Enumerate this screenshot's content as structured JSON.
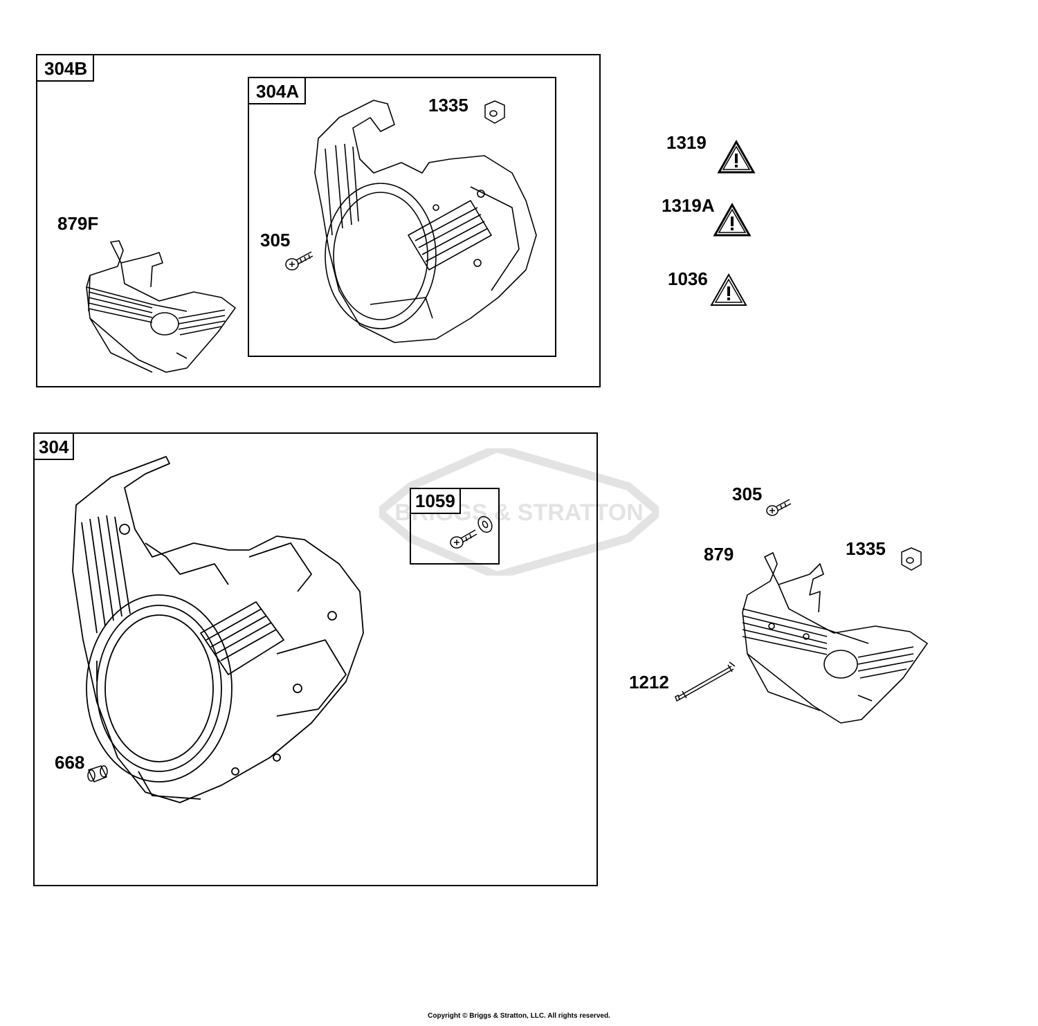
{
  "diagram": {
    "groups": {
      "g304b": "304B",
      "g304a": "304A",
      "g304": "304",
      "g1059": "1059"
    },
    "labels": {
      "p1335_top": "1335",
      "p879f": "879F",
      "p305_top": "305",
      "p1319": "1319",
      "p1319a": "1319A",
      "p1036": "1036",
      "p668": "668",
      "p305_right": "305",
      "p879": "879",
      "p1335_right": "1335",
      "p1212": "1212"
    },
    "watermark_text": "BRIGGS & STRATTON",
    "copyright": "Copyright © Briggs & Stratton, LLC. All rights reserved.",
    "colors": {
      "line": "#000000",
      "watermark": "#e3e3e3"
    }
  }
}
